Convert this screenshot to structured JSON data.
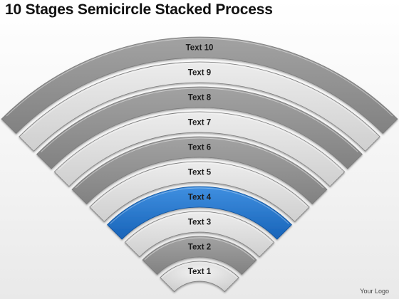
{
  "title": "10 Stages Semicircle Stacked Process",
  "stages": [
    {
      "label": "Text 1"
    },
    {
      "label": "Text 2"
    },
    {
      "label": "Text 3"
    },
    {
      "label": "Text 4",
      "highlight": true
    },
    {
      "label": "Text 5"
    },
    {
      "label": "Text 6"
    },
    {
      "label": "Text 7"
    },
    {
      "label": "Text 8"
    },
    {
      "label": "Text 9"
    },
    {
      "label": "Text 10"
    }
  ],
  "logo": "Your Logo",
  "colors": {
    "band_light": "#dedede",
    "band_dark": "#8f8f8f",
    "highlight": "#1f73c9",
    "highlight_dark": "#0d4f98",
    "label": "#1c1c1c"
  }
}
